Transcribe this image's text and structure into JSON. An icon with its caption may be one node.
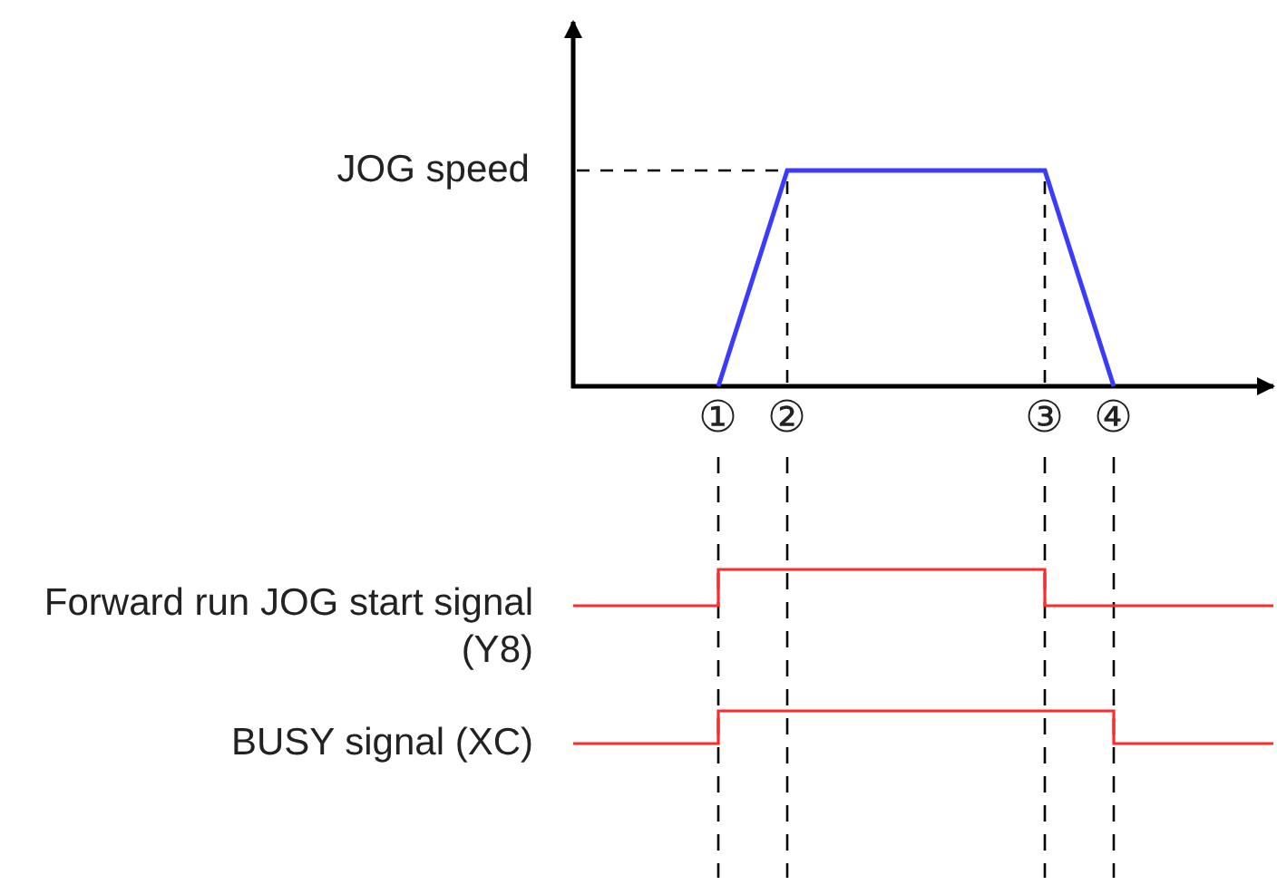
{
  "diagram": {
    "labels": [
      "JOG speed",
      "①",
      "②",
      "③",
      "④",
      "Forward run JOG start signal (Y8)",
      "BUSY signal (XC)"
    ]
  }
}
